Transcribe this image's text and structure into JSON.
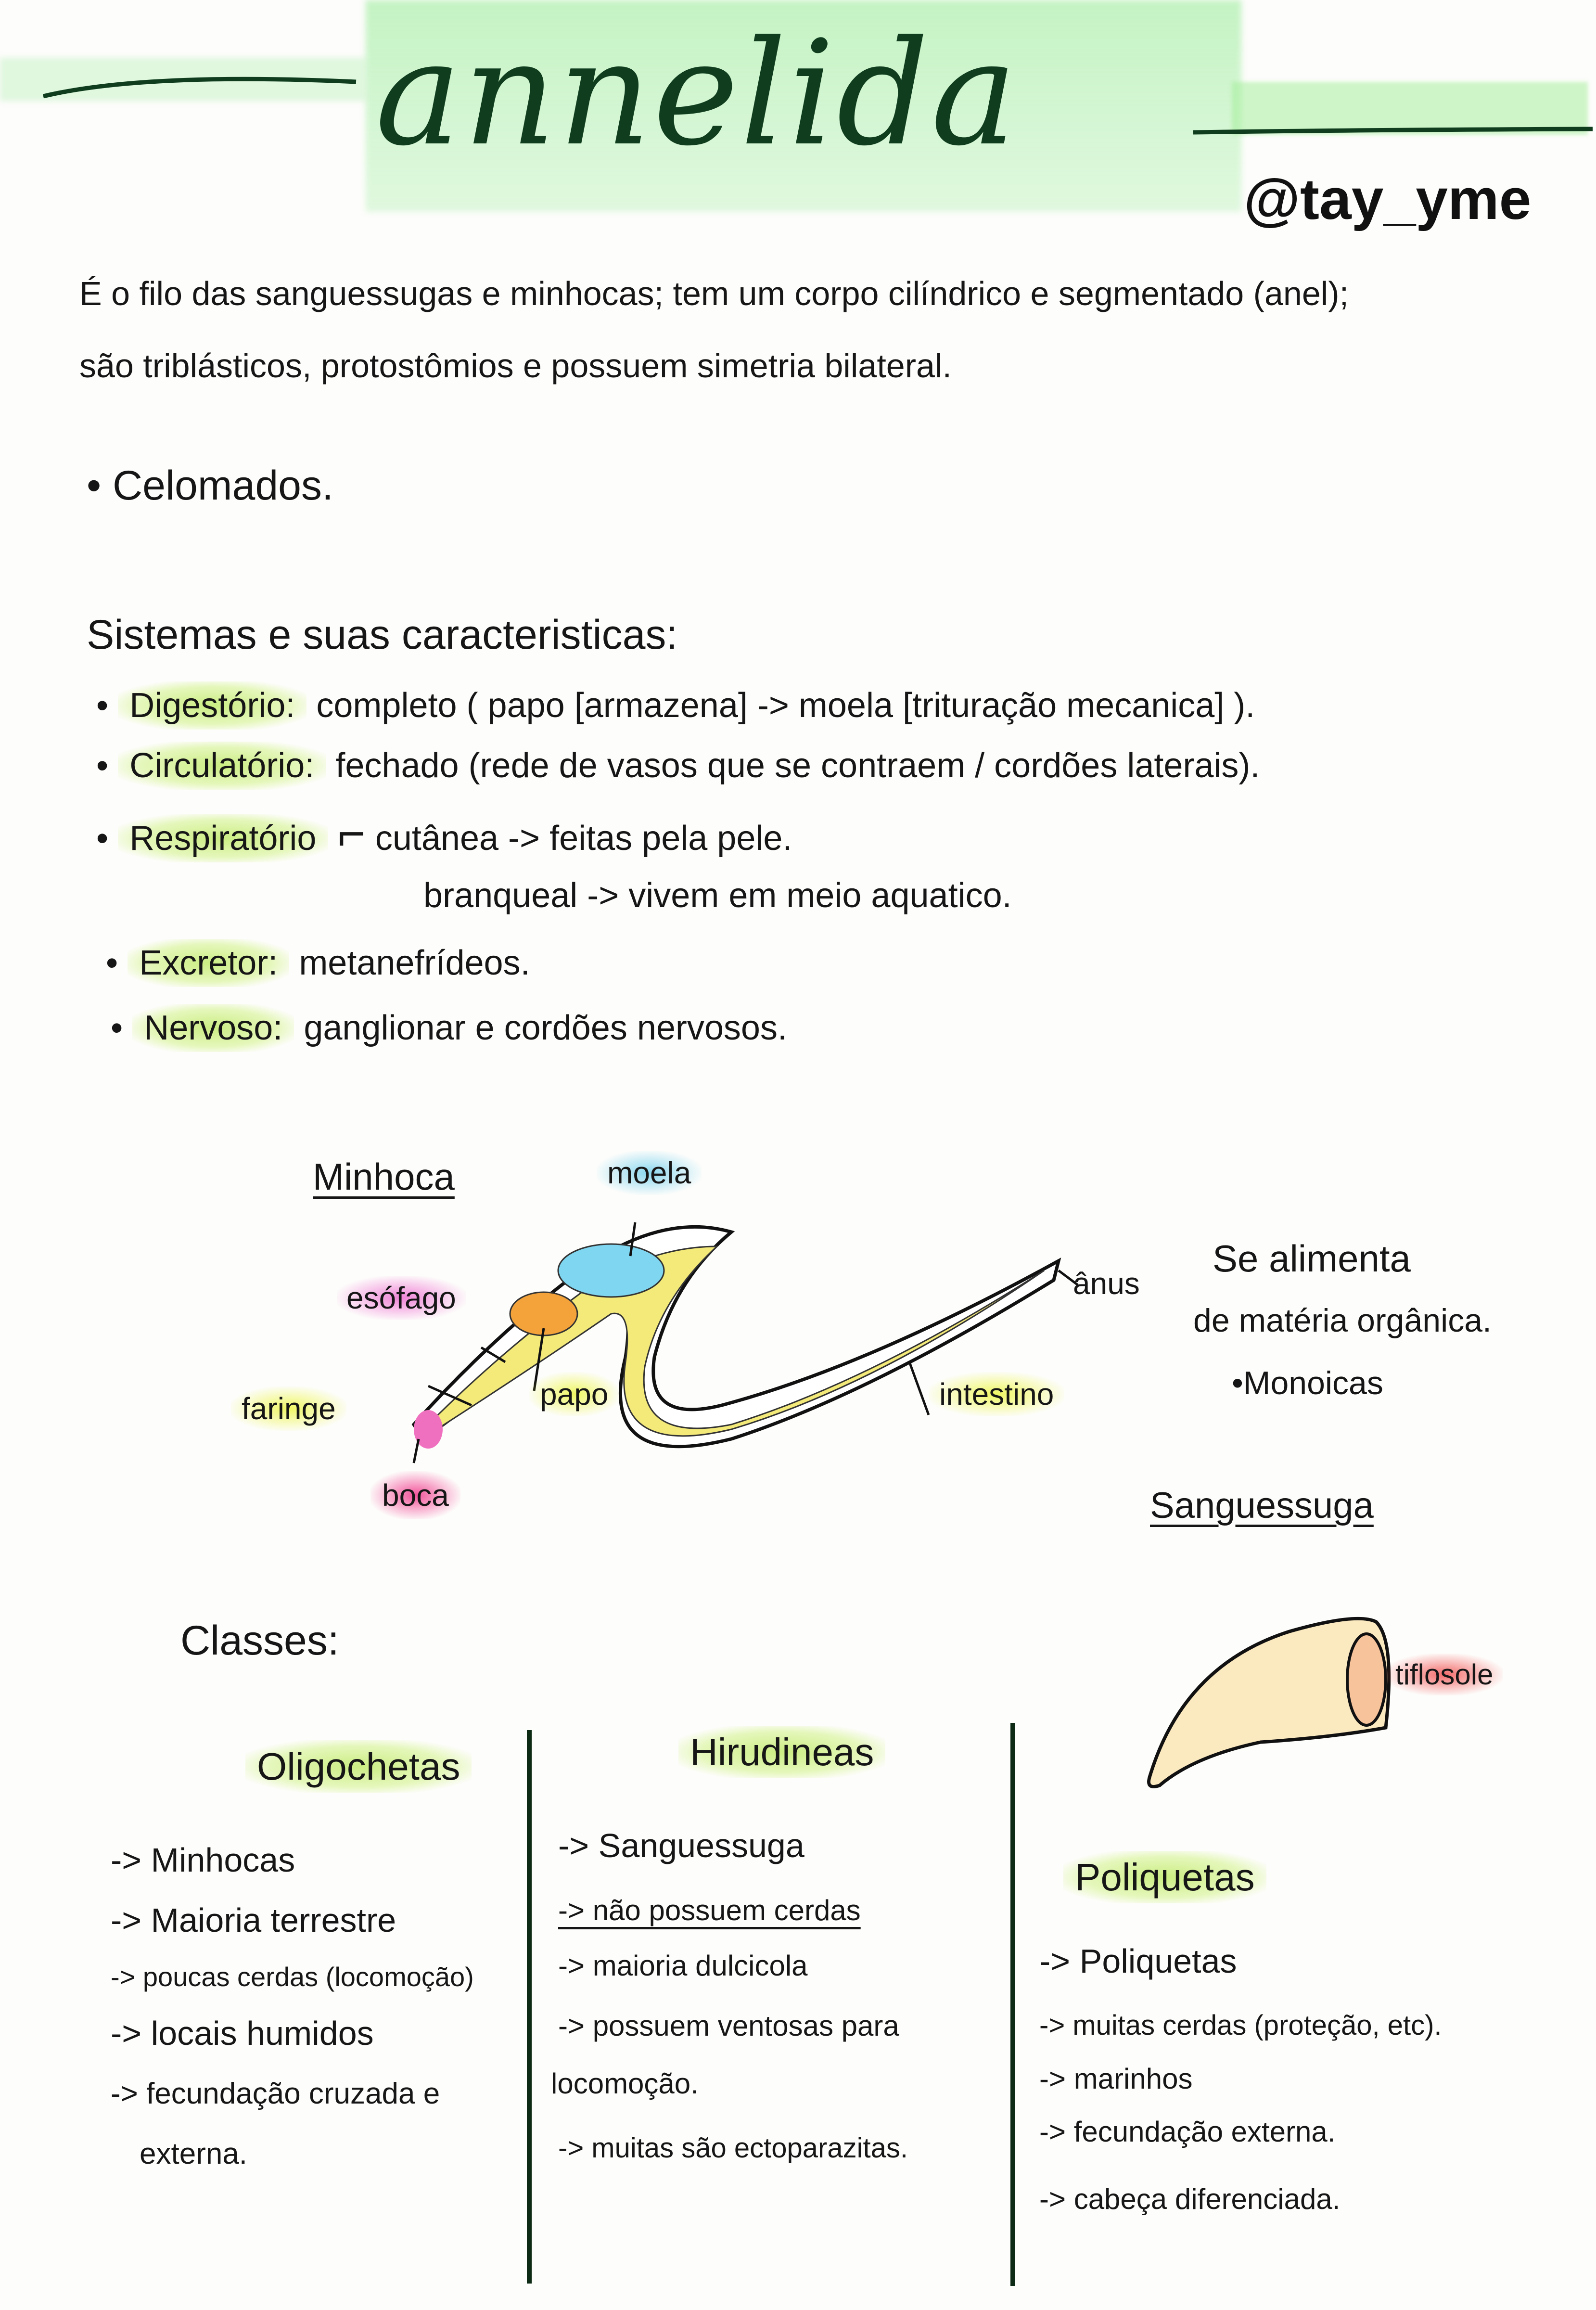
{
  "header": {
    "title": "annelida",
    "handle": "@tay_yme",
    "accent_color": "#9be89b"
  },
  "intro": {
    "line1": "É o filo das sanguessugas e minhocas; tem um corpo cilíndrico e segmentado (anel);",
    "line2": "são triblásticos, protostômios e possuem simetria bilateral."
  },
  "bullet_celomados": "• Celomados.",
  "systems": {
    "heading": "Sistemas e suas caracteristicas:",
    "items": [
      {
        "name": "Digestório:",
        "text": "completo ( papo [armazena] -> moela [trituração mecanica] )."
      },
      {
        "name": "Circulatório:",
        "text": "fechado (rede de vasos que se contraem / cordões laterais)."
      },
      {
        "name": "Respiratório",
        "text": "cutânea -> feitas pela pele.",
        "text2": "branqueal -> vivem em meio aquatico."
      },
      {
        "name": "Excretor:",
        "text": "metanefrídeos."
      },
      {
        "name": "Nervoso:",
        "text": "ganglionar e cordões nervosos."
      }
    ]
  },
  "minhoca": {
    "title": "Minhoca",
    "labels": {
      "moela": "moela",
      "esofago": "esófago",
      "faringe": "faringe",
      "papo": "papo",
      "boca": "boca",
      "intestino": "intestino",
      "anus": "ânus"
    },
    "notes": [
      "Se alimenta",
      "de matéria orgânica.",
      "•Monoicas"
    ]
  },
  "sanguessuga": {
    "title": "Sanguessuga",
    "label": "tiflosole"
  },
  "classes": {
    "heading": "Classes:",
    "columns": [
      {
        "title": "Oligochetas",
        "items": [
          "-> Minhocas",
          "-> Maioria terrestre",
          "-> poucas cerdas (locomoção)",
          "-> locais humidos",
          "-> fecundação cruzada e",
          "externa."
        ]
      },
      {
        "title": "Hirudineas",
        "items": [
          "-> Sanguessuga",
          "-> não possuem cerdas",
          "-> maioria dulcicola",
          "-> possuem ventosas para",
          "locomoção.",
          "-> muitas são ectoparazitas."
        ]
      },
      {
        "title": "Poliquetas",
        "items": [
          "-> Poliquetas",
          "-> muitas cerdas (proteção, etc).",
          "-> marinhos",
          "-> fecundação externa.",
          "-> cabeça diferenciada."
        ]
      }
    ]
  }
}
